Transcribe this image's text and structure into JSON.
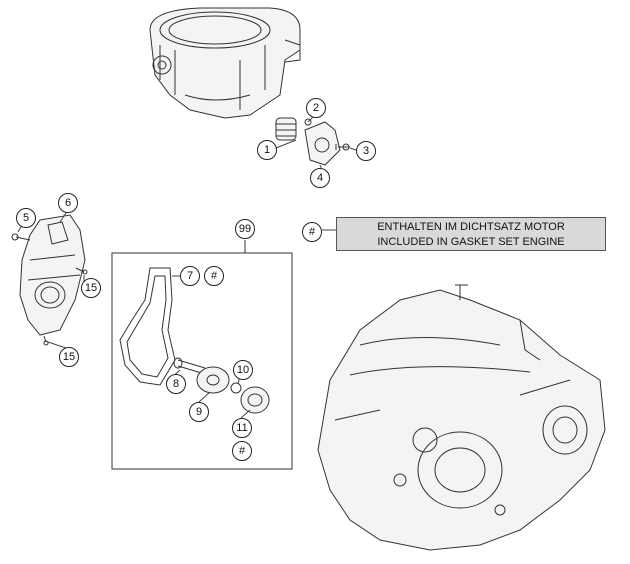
{
  "callouts": {
    "c1": "1",
    "c2": "2",
    "c3": "3",
    "c4": "4",
    "c5": "5",
    "c6": "6",
    "c15a": "15",
    "c15b": "15",
    "c99": "99",
    "c7": "7",
    "c7hash": "#",
    "c8": "8",
    "c9": "9",
    "c10": "10",
    "c11": "11",
    "c11hash": "#",
    "legend_hash": "#"
  },
  "legend": {
    "line1": "ENTHALTEN IM DICHTSATZ MOTOR",
    "line2": "INCLUDED IN GASKET SET ENGINE"
  },
  "colors": {
    "line": "#333333",
    "fill": "#f4f4f4",
    "legend_bg": "#d9d9d9"
  }
}
